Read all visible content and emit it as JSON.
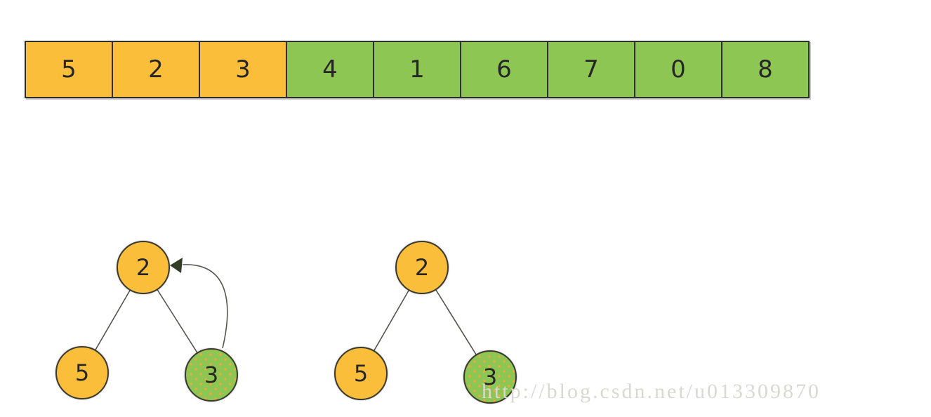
{
  "array": {
    "description": "partially sorted array, first 3 cells highlighted orange (heap part), remaining 6 green (sorted part)",
    "cells": [
      {
        "value": "5",
        "color": "orange"
      },
      {
        "value": "2",
        "color": "orange"
      },
      {
        "value": "3",
        "color": "orange"
      },
      {
        "value": "4",
        "color": "green"
      },
      {
        "value": "1",
        "color": "green"
      },
      {
        "value": "6",
        "color": "green"
      },
      {
        "value": "7",
        "color": "green"
      },
      {
        "value": "0",
        "color": "green"
      },
      {
        "value": "8",
        "color": "green"
      }
    ]
  },
  "trees": [
    {
      "name": "heap-tree-with-swap-arrow",
      "back_arrow": true,
      "nodes": [
        {
          "label": "2",
          "role": "root",
          "color": "orange"
        },
        {
          "label": "5",
          "role": "left-child",
          "color": "orange"
        },
        {
          "label": "3",
          "role": "right-child",
          "color": "green-dotted"
        }
      ]
    },
    {
      "name": "heap-tree-plain",
      "back_arrow": false,
      "nodes": [
        {
          "label": "2",
          "role": "root",
          "color": "orange"
        },
        {
          "label": "5",
          "role": "left-child",
          "color": "orange"
        },
        {
          "label": "3",
          "role": "right-child",
          "color": "green-dotted"
        }
      ]
    }
  ],
  "watermark": {
    "text": "http://blog.csdn.net/u013309870"
  },
  "colors": {
    "orange": "#fbbe3b",
    "green": "#8dc653",
    "dot": "#f2a93c",
    "cell_border": "#2e2e2e",
    "node_border": "#3a3a30",
    "edge": "#55564a",
    "arrowhead": "#333d26",
    "watermark": "#d9d9d3",
    "text": "#262626"
  }
}
